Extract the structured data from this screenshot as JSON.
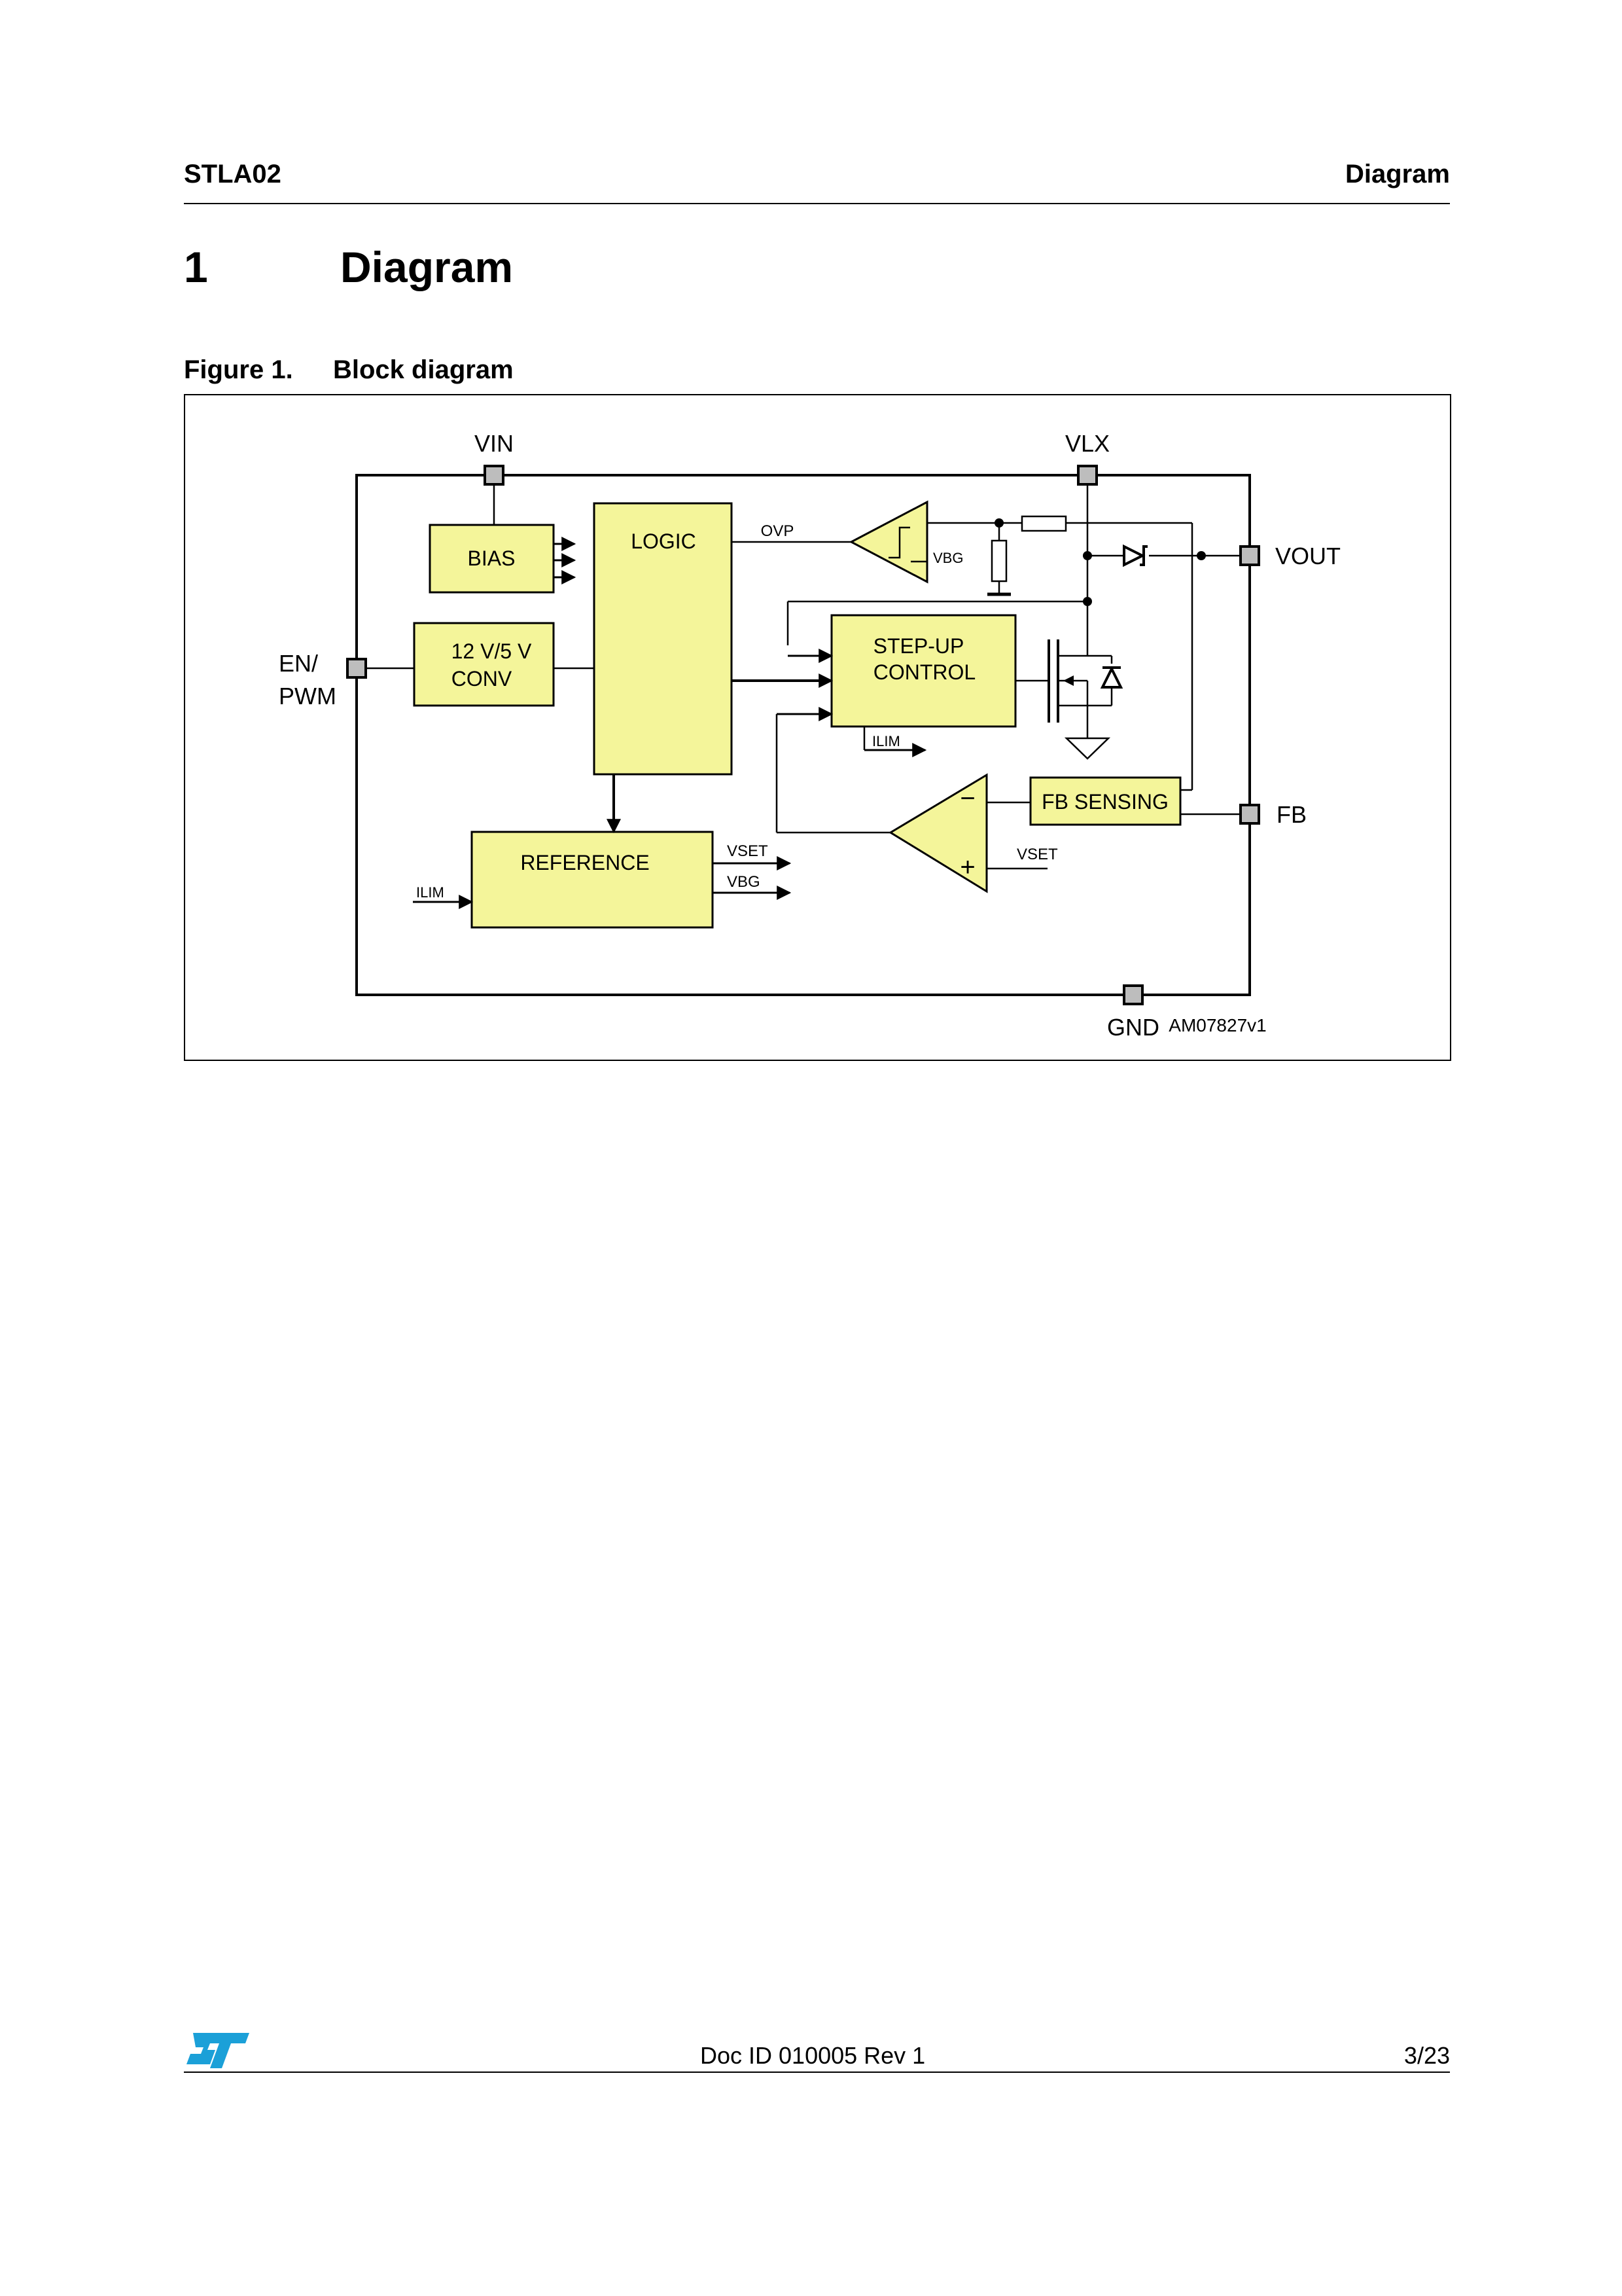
{
  "header": {
    "left": "STLA02",
    "right": "Diagram"
  },
  "section": {
    "number": "1",
    "title": "Diagram"
  },
  "figure": {
    "label": "Figure 1.",
    "title": "Block diagram",
    "id": "AM07827v1",
    "pins": {
      "vin": "VIN",
      "vlx": "VLX",
      "vout": "VOUT",
      "en_line1": "EN/",
      "en_line2": "PWM",
      "fb": "FB",
      "gnd": "GND"
    },
    "blocks": {
      "bias": "BIAS",
      "logic": "LOGIC",
      "conv_line1": "12 V/5 V",
      "conv_line2": "CONV",
      "stepup_line1": "STEP-UP",
      "stepup_line2": "CONTROL",
      "fb_sensing": "FB SENSING",
      "reference": "REFERENCE"
    },
    "signals": {
      "ovp": "OVP",
      "vbg_comp": "VBG",
      "ilim_stepup": "ILIM",
      "vset_ref": "VSET",
      "vbg_ref": "VBG",
      "ilim_ref": "ILIM",
      "vset_amp": "VSET",
      "amp_minus": "−",
      "amp_plus": "+"
    },
    "colors": {
      "block_fill": "#f4f59a",
      "pin_fill": "#bdbdbd"
    }
  },
  "footer": {
    "doc_id": "Doc ID 010005 Rev 1",
    "page": "3/23"
  }
}
